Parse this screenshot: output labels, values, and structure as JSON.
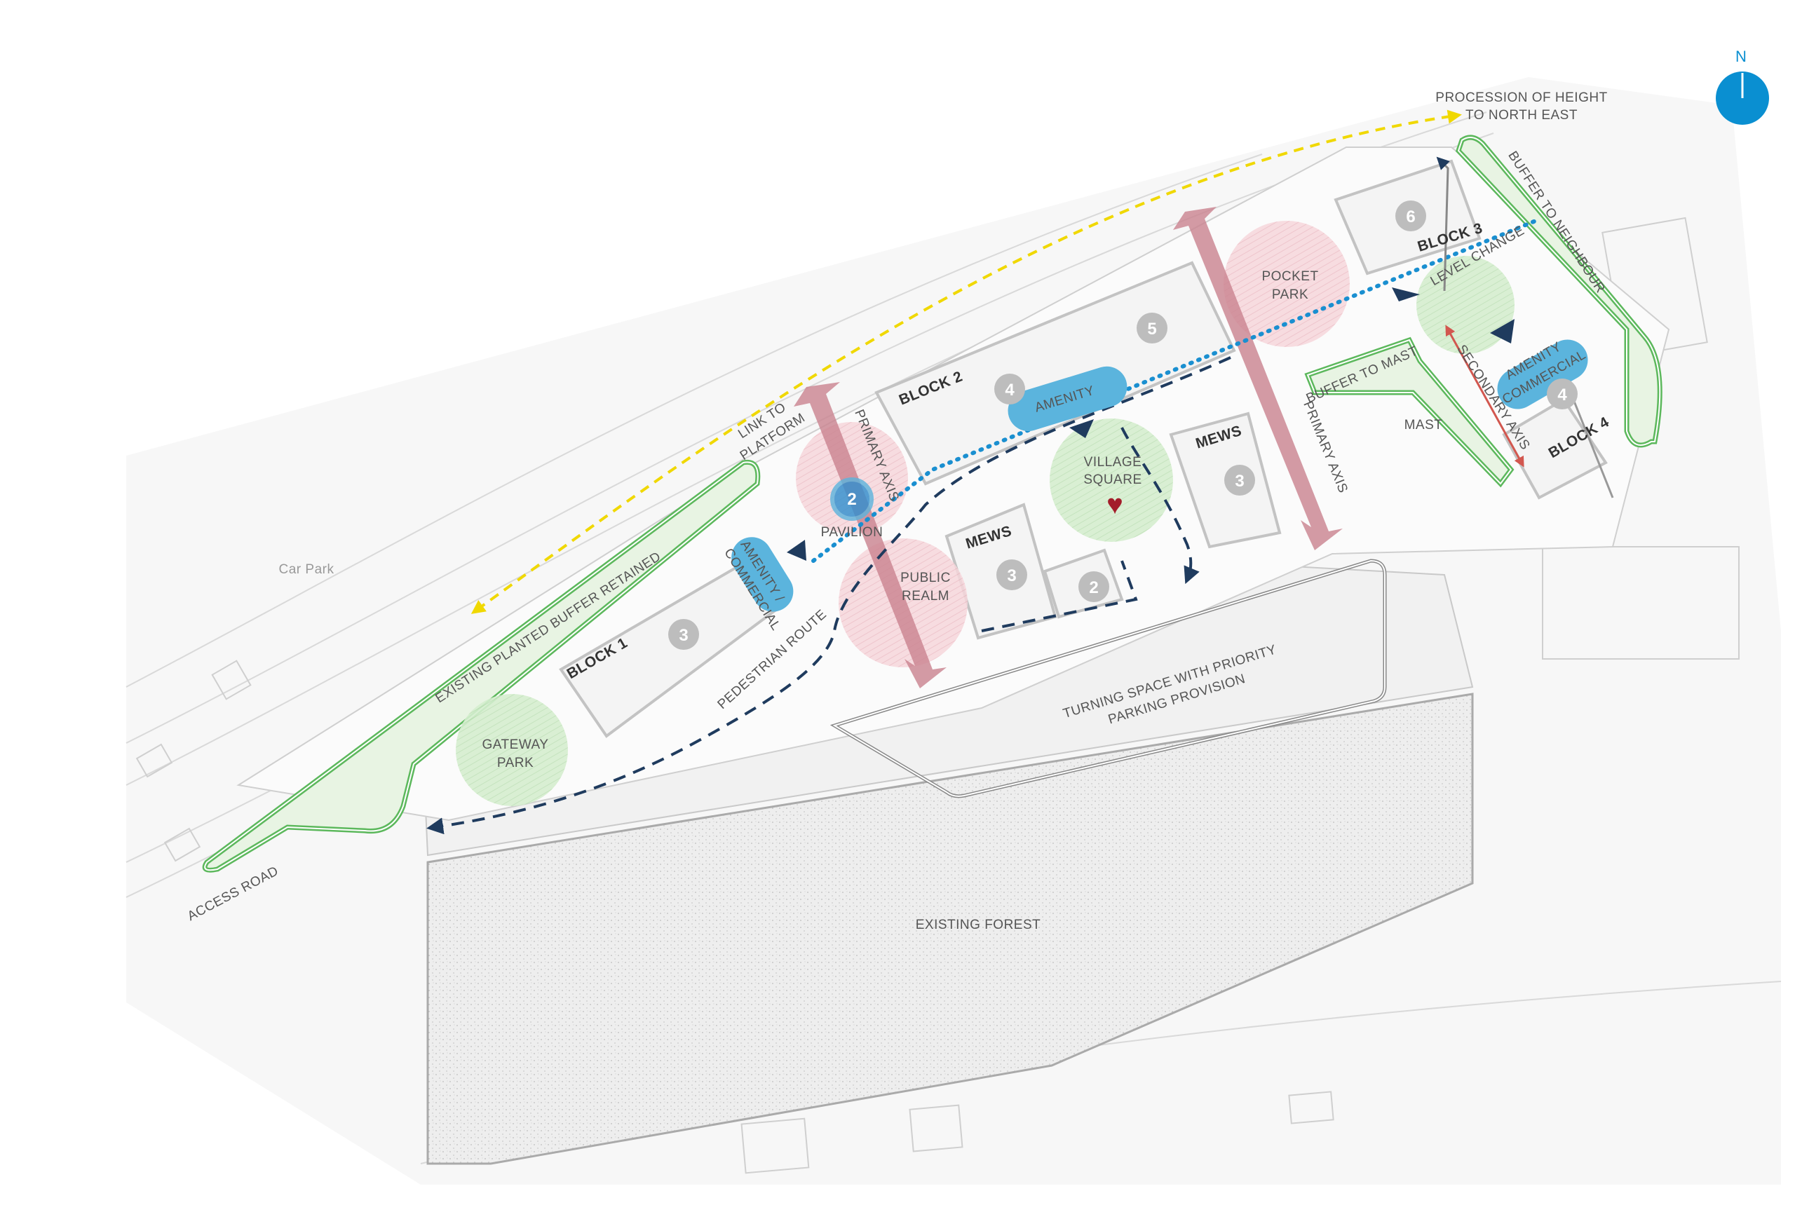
{
  "compass": {
    "north_label": "N"
  },
  "labels": {
    "procession_line1": "PROCESSION OF HEIGHT",
    "procession_line2": "TO NORTH EAST",
    "buffer_neighbour": "BUFFER TO NEIGHBOUR",
    "level_change": "LEVEL CHANGE",
    "pocket_park_1": "POCKET",
    "pocket_park_2": "PARK",
    "block3": "BLOCK 3",
    "block2": "BLOCK 2",
    "block1": "BLOCK 1",
    "block4": "BLOCK 4",
    "amenity": "AMENITY",
    "amenity_commercial_right_1": "AMENITY",
    "amenity_commercial_right_2": "COMMERCIAL",
    "amenity_commercial_left_1": "AMENITY /",
    "amenity_commercial_left_2": "COMMERCIAL",
    "buffer_mast": "BUFFER TO MAST",
    "secondary_axis": "SECONDARY AXIS",
    "mast": "MAST",
    "link_platform_1": "LINK TO",
    "link_platform_2": "PLATFORM",
    "primary_axis": "PRIMARY AXIS",
    "village_square_1": "VILLAGE",
    "village_square_2": "SQUARE",
    "mews": "MEWS",
    "pavilion": "PAVILION",
    "public_realm_1": "PUBLIC",
    "public_realm_2": "REALM",
    "car_park": "Car Park",
    "existing_buffer": "EXISTING PLANTED BUFFER RETAINED",
    "pedestrian_route": "PEDESTRIAN ROUTE",
    "gateway_park_1": "GATEWAY",
    "gateway_park_2": "PARK",
    "turning_space_1": "TURNING SPACE WITH PRIORITY",
    "turning_space_2": "PARKING PROVISION",
    "access_road": "ACCESS ROAD",
    "existing_forest": "EXISTING FOREST"
  },
  "storeys": {
    "block3": "6",
    "block2_east": "5",
    "block2_west": "4",
    "mews_east": "3",
    "mews_west": "3",
    "mews_small": "2",
    "block1": "3",
    "block4": "4",
    "pavilion": "2"
  },
  "colors": {
    "green_buffer": "#5cb85c",
    "green_space": "#c7e8c1",
    "pink_space": "#f2c9cf",
    "primary_axis": "#c9828f",
    "amenity_blue": "#5bb4dd",
    "link_yellow": "#f0d800",
    "route_navy": "#1f3b5e",
    "dotted_blue": "#1a8fd0",
    "compass_blue": "#0a8fd1",
    "secondary_axis_red": "#d2574f"
  }
}
